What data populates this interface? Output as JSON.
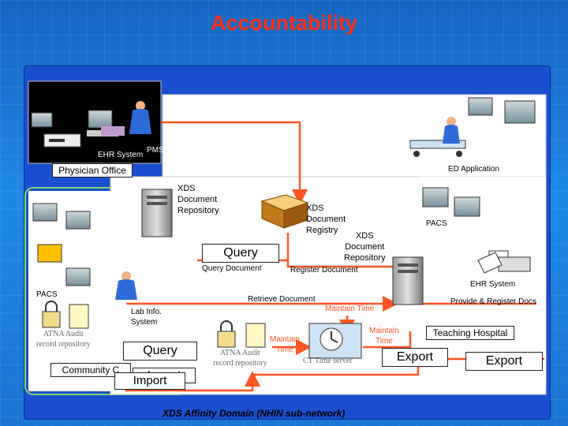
{
  "title": "Accountability",
  "colors": {
    "title": "#ff2d14",
    "background": "#1e88e5",
    "panel": "#1a4fd0",
    "arrow": "#ff5522"
  },
  "labels": {
    "physician_office": "Physician Office",
    "ehr_system_left": "EHR System",
    "pms": "PMS",
    "ed_application": "ED Application",
    "xds_repo_1": "XDS\nDocument\nRepository",
    "xds_registry": "XDS\nDocument\nRegistry",
    "xds_repo_2": "XDS\nDocument\nRepository",
    "pacs_right": "PACS",
    "pacs_left": "PACS",
    "query_main": "Query",
    "query_document": "Query Document",
    "register_document": "Register Document",
    "ehr_system_right": "EHR System",
    "retrieve_document": "Retrieve Document",
    "maintain_time_1": "Maintain Time",
    "provide_register": "Provide & Register Docs",
    "lab_info": "Lab Info.\nSystem",
    "atna_audit_1": "ATNA Audit\nrecord repository",
    "maintain_time_2": "Maintain\nTime",
    "maintain_time_3": "Maintain\nTime",
    "teaching_hospital": "Teaching Hospital",
    "query_left": "Query",
    "atna_audit_2": "ATNA Audit\nrecord repository",
    "ct_time_server": "CT Time server",
    "export_1": "Export",
    "export_2": "Export",
    "community": "Community C",
    "import_1": "Import",
    "import_2": "Import",
    "footer": "XDS Affinity Domain (NHIN sub-network)"
  },
  "icons": [
    "computer-workstation-icon",
    "server-tower-icon",
    "book-registry-icon",
    "padlock-icon",
    "notepad-icon",
    "clock-server-icon",
    "person-at-desk-icon",
    "hospital-bed-icon",
    "printer-icon",
    "fax-icon"
  ]
}
